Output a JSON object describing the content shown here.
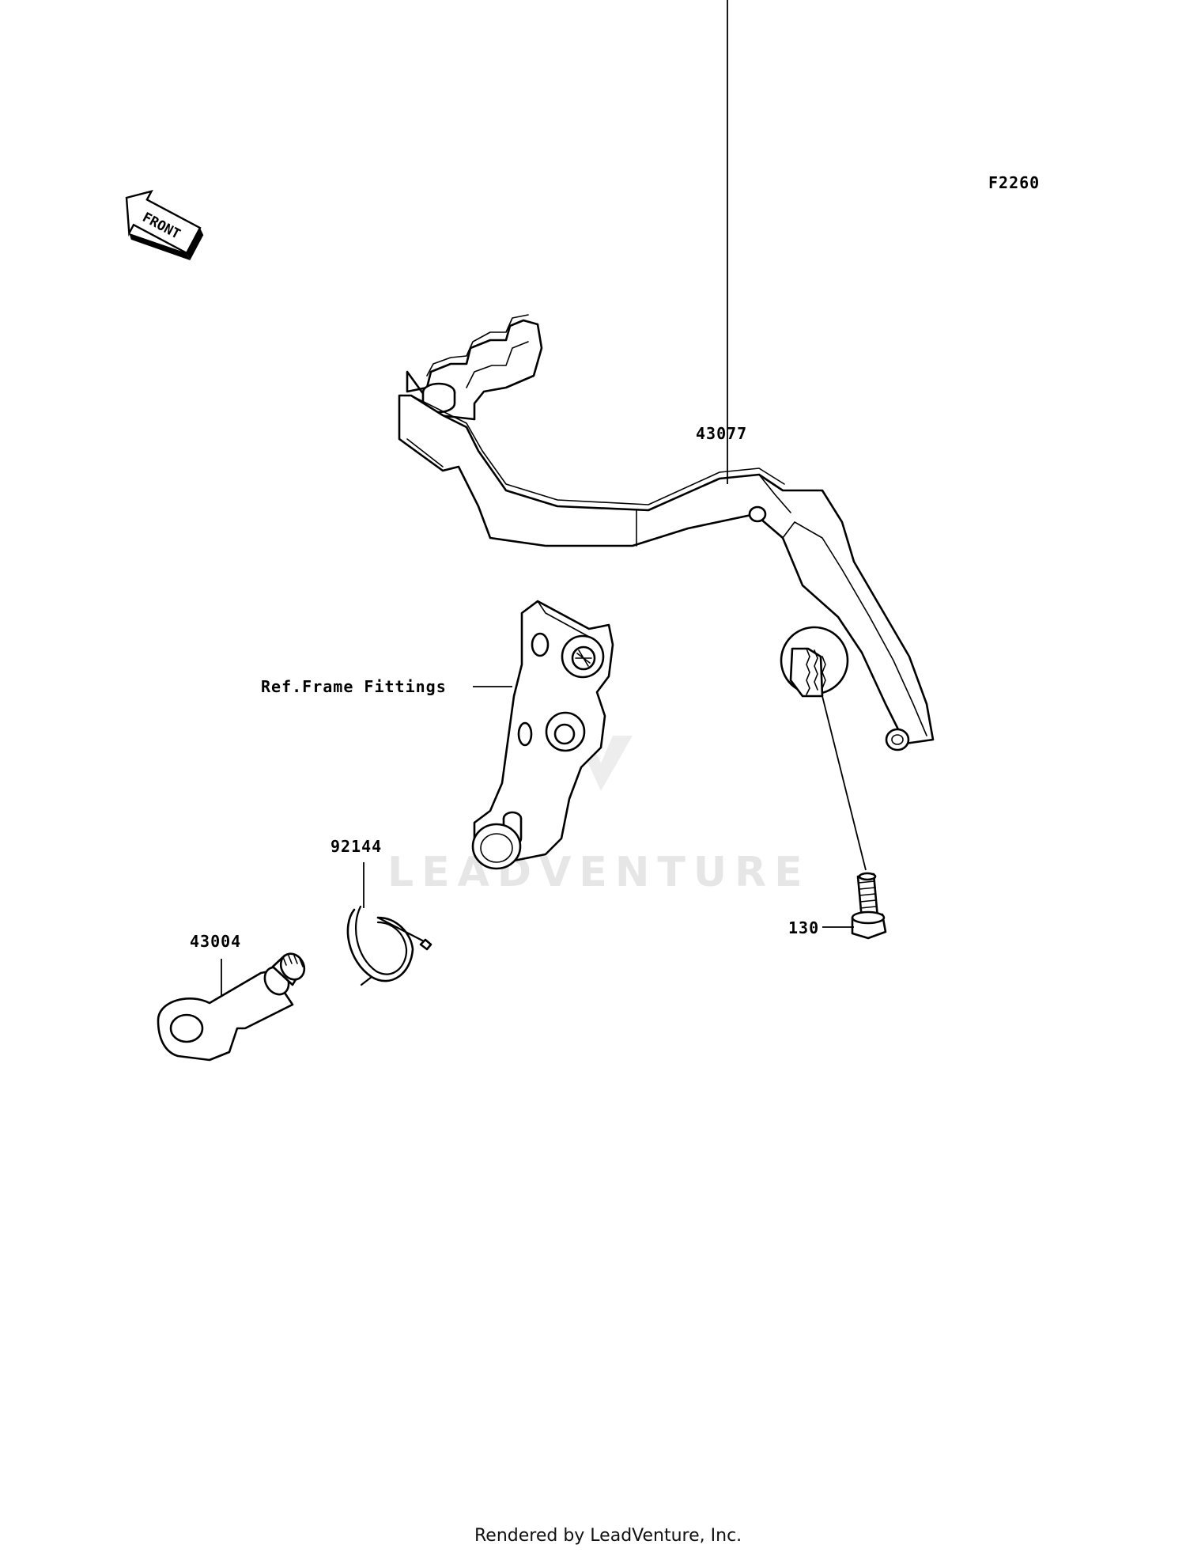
{
  "diagram_code": "F2260",
  "front_label": "FRONT",
  "parts": {
    "brake_pedal": "43077",
    "frame_fittings": "Ref.Frame Fittings",
    "spring": "92144",
    "shaft": "43004",
    "bolt": "130"
  },
  "watermark": "LEADVENTURE",
  "footer": "Rendered by LeadVenture, Inc."
}
